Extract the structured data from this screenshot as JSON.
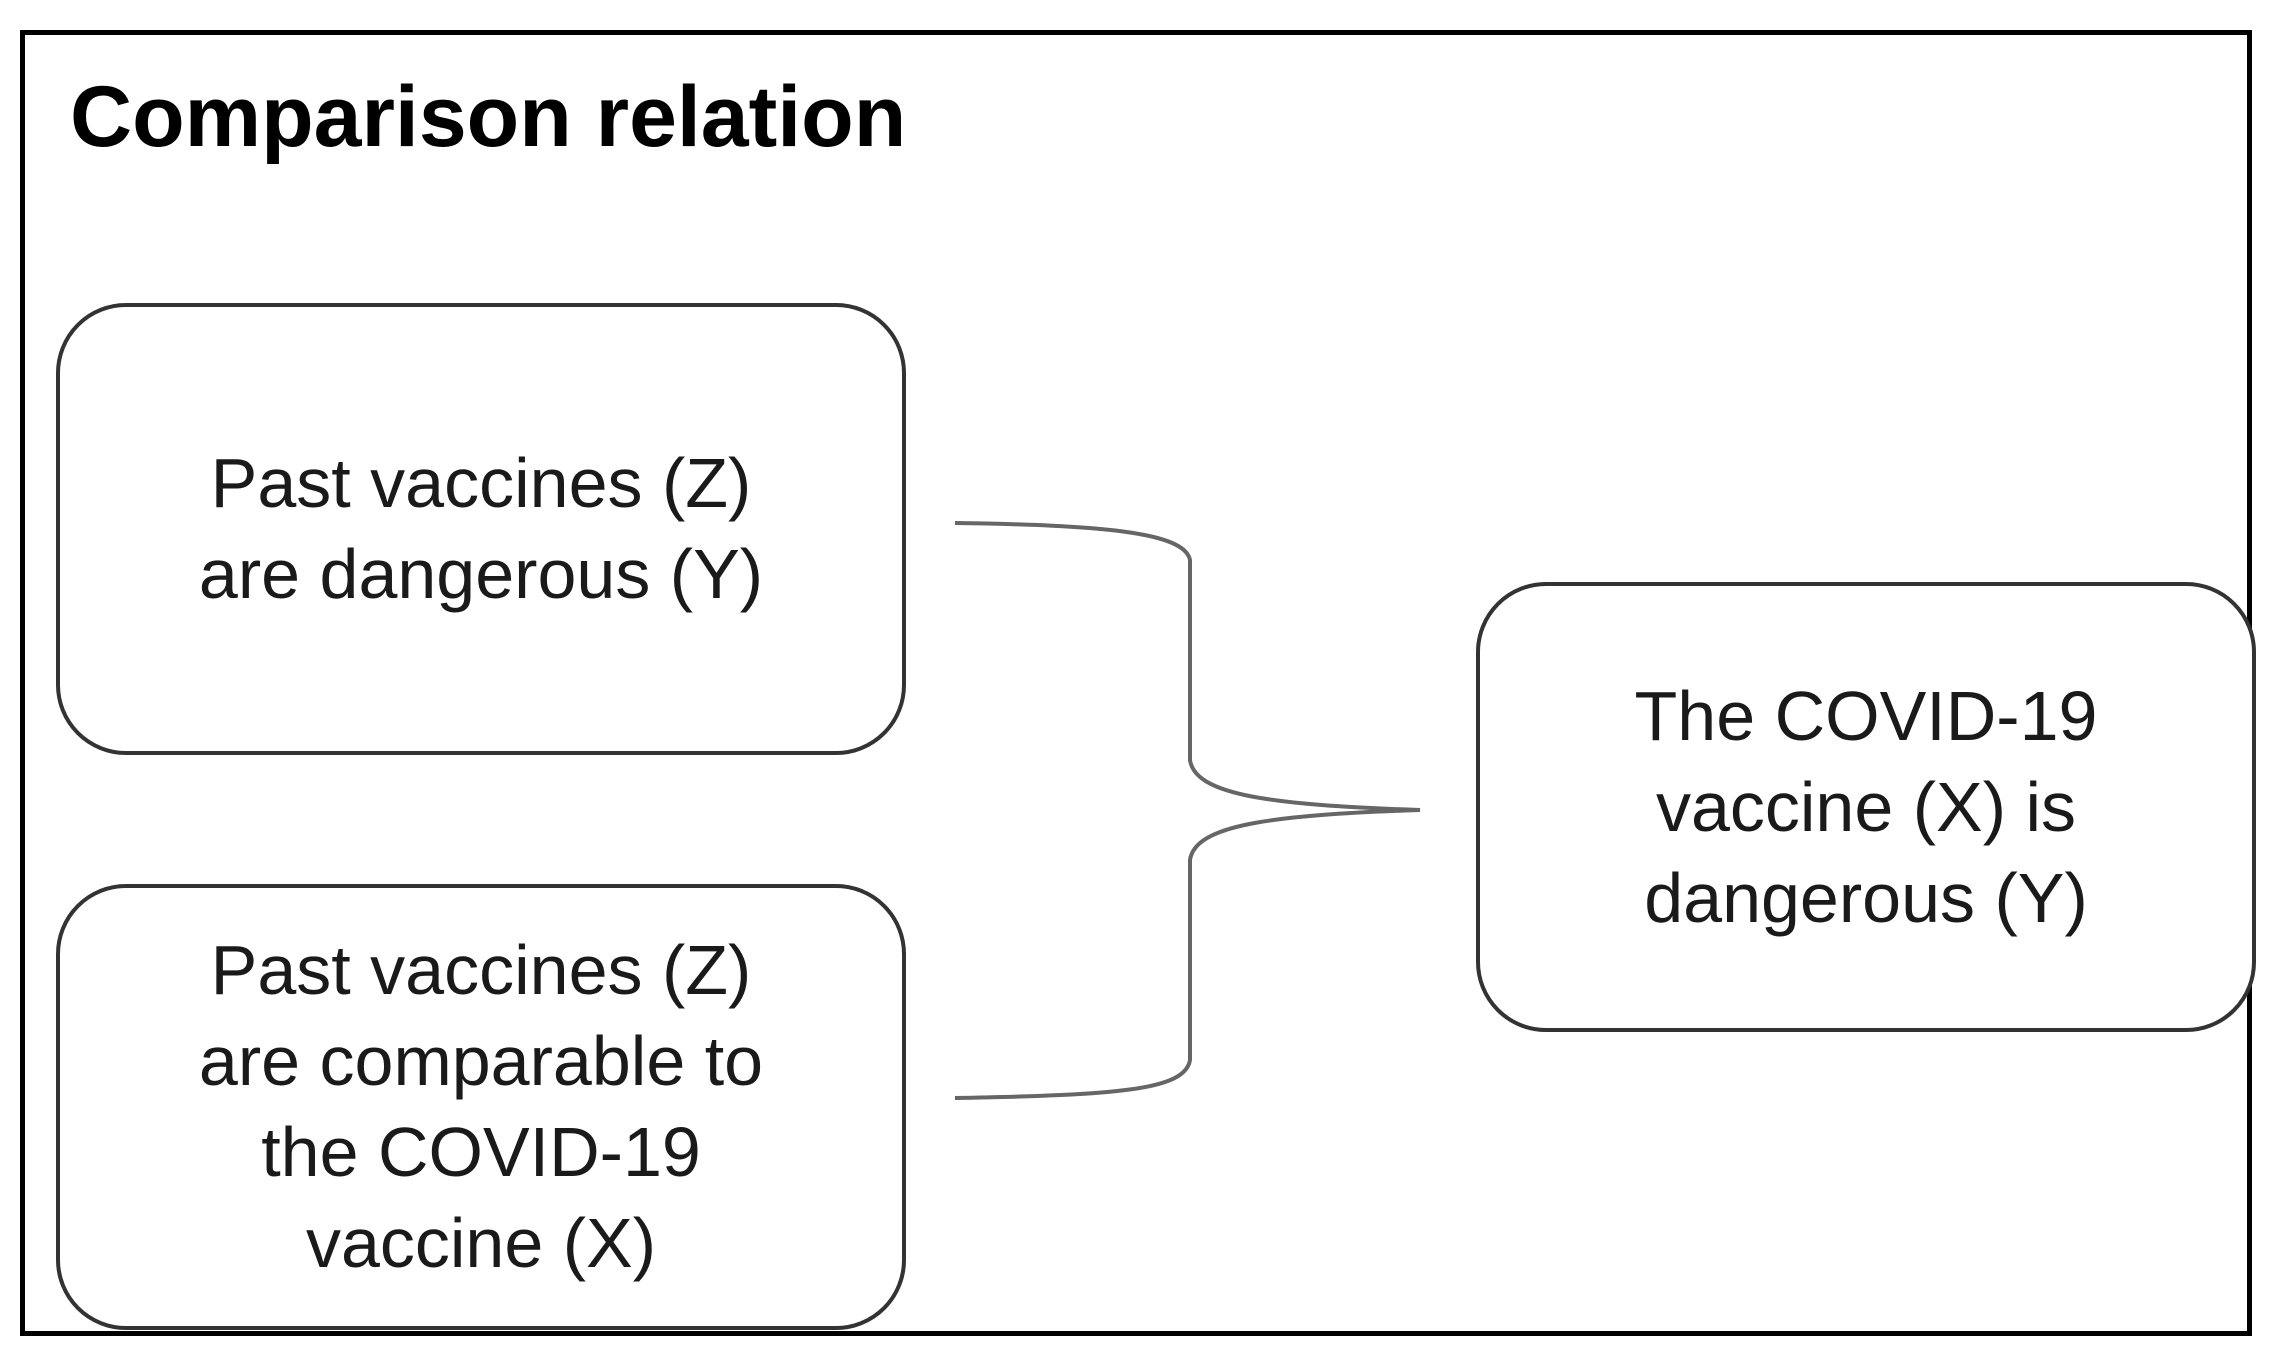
{
  "diagram": {
    "title": "Comparison relation",
    "premises": [
      {
        "id": "premise-1",
        "text": "Past vaccines  (Z)\nare dangerous (Y)"
      },
      {
        "id": "premise-2",
        "text": "Past vaccines (Z)\nare comparable to\nthe COVID-19\nvaccine (X)"
      }
    ],
    "conclusion": {
      "id": "conclusion",
      "text": "The COVID-19\nvaccine (X) is\ndangerous (Y)"
    },
    "colors": {
      "frame": "#000000",
      "node_border": "#333333",
      "connector": "#666666",
      "text": "#1a1a1a"
    }
  }
}
